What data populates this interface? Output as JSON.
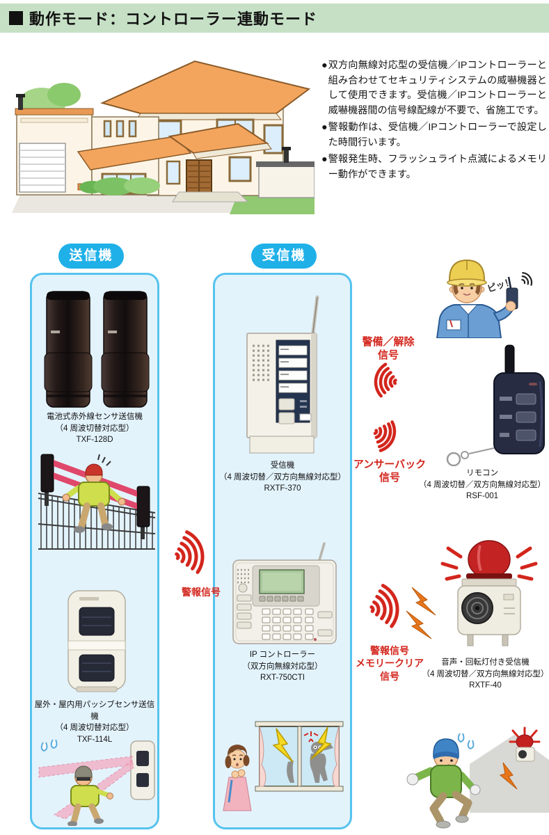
{
  "header": {
    "title": "動作モード：コントローラー連動モード"
  },
  "intro": {
    "marker": "●",
    "bullets": [
      "双方向無線対応型の受信機／IPコントローラーと組み合わせてセキュリティシステムの威嚇機器として使用できます。受信機／IPコントローラーと威嚇機器間の信号線配線が不要で、省施工です。",
      "警報動作は、受信機／IPコントローラーで設定した時間行います。",
      "警報発生時、フラッシュライト点滅によるメモリー動作ができます。"
    ]
  },
  "columns": {
    "transmitter": "送信機",
    "receiver": "受信機"
  },
  "products": {
    "txf_128d": {
      "name": "電池式赤外線センサ送信機",
      "type": "（4 周波切替対応型）",
      "model": "TXF-128D"
    },
    "rxtf_370": {
      "name": "受信機",
      "type": "（4 周波切替／双方向無線対応型）",
      "model": "RXTF-370"
    },
    "rsf_001": {
      "name": "リモコン",
      "type": "（4 周波切替／双方向無線対応型）",
      "model": "RSF-001"
    },
    "txf_114l": {
      "name": "屋外・屋内用パッシブセンサ送信機",
      "type": "（4 周波切替対応型）",
      "model": "TXF-114L"
    },
    "rxt_750cti": {
      "name": "IP コントローラー",
      "type": "（双方向無線対応型）",
      "model": "RXT-750CTI"
    },
    "rxtf_40": {
      "name": "音声・回転灯付き受信機",
      "type": "（4 周波切替／双方向無線対応型）",
      "model": "RXTF-40"
    }
  },
  "signals": {
    "alarm": "警報信号",
    "guard_release": [
      "警備／解除",
      "信号"
    ],
    "answer_back": [
      "アンサーバック",
      "信号"
    ],
    "alarm_memory": [
      "警報信号",
      "メモリークリア",
      "信号"
    ],
    "beep": "ピッ！"
  },
  "colors": {
    "accent_blue": "#1fb0e8",
    "signal_red": "#d3261d",
    "header_green": "#c6e0c6"
  }
}
